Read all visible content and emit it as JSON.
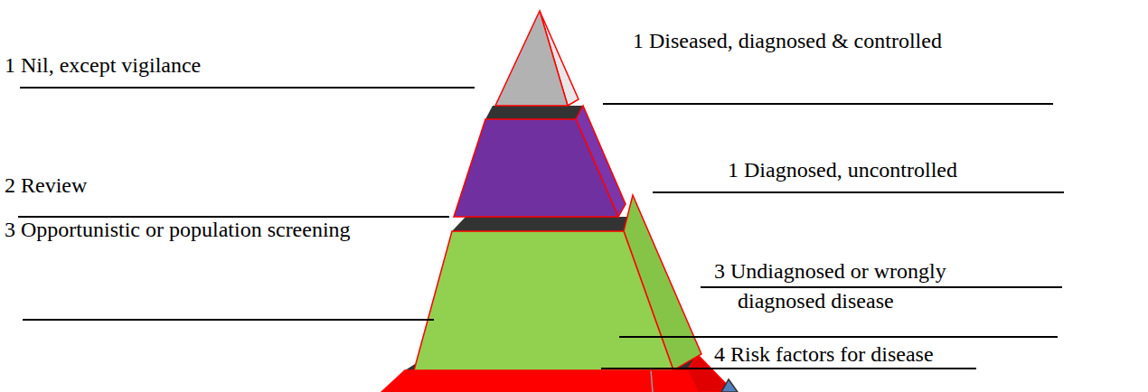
{
  "diagram": {
    "labels": [
      "1 Diseased, diagnosed & controlled",
      "1 Nil, except vigilance",
      "1 Diagnosed, uncontrolled",
      "2 Review",
      "3 Opportunistic or population screening",
      "3 Undiagnosed or wrongly diagnosed disease",
      "4 Risk factors for disease"
    ]
  }
}
